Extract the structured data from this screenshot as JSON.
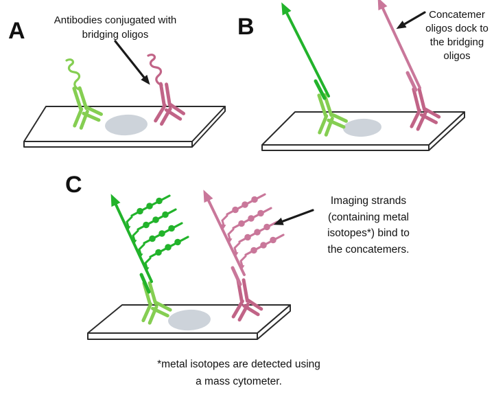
{
  "colors": {
    "green-antibody": "#85CE52",
    "green-concatemer": "#22B32B",
    "pink-antibody": "#C16487",
    "pink-concatemer": "#C9779A",
    "cell-blob": "#CDD3DA",
    "outline": "#2b2b2b",
    "annotation": "#1a1a1a",
    "text": "#111111"
  },
  "panels": {
    "a": {
      "label": "A",
      "caption": "Antibodies conjugated with\nbridging oligos"
    },
    "b": {
      "label": "B",
      "caption": "Concatemer\noligos dock to\nthe bridging\noligos"
    },
    "c": {
      "label": "C",
      "caption": "Imaging strands\n(containing metal\nisotopes*) bind to\nthe concatemers."
    }
  },
  "footnote": "*metal isotopes are detected using\na mass cytometer."
}
